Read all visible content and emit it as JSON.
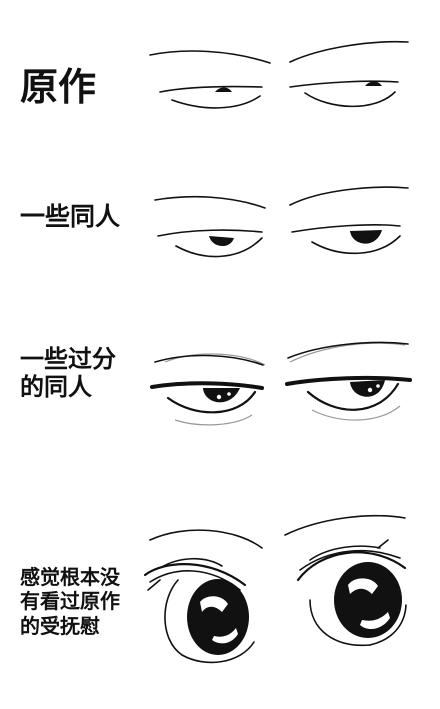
{
  "rows": [
    {
      "lines": [
        "原作"
      ]
    },
    {
      "lines": [
        "一些同人"
      ]
    },
    {
      "lines": [
        "一些过分",
        "的同人"
      ]
    },
    {
      "lines": [
        "感觉根本没",
        "有看过原作",
        "的受抚慰"
      ]
    }
  ]
}
